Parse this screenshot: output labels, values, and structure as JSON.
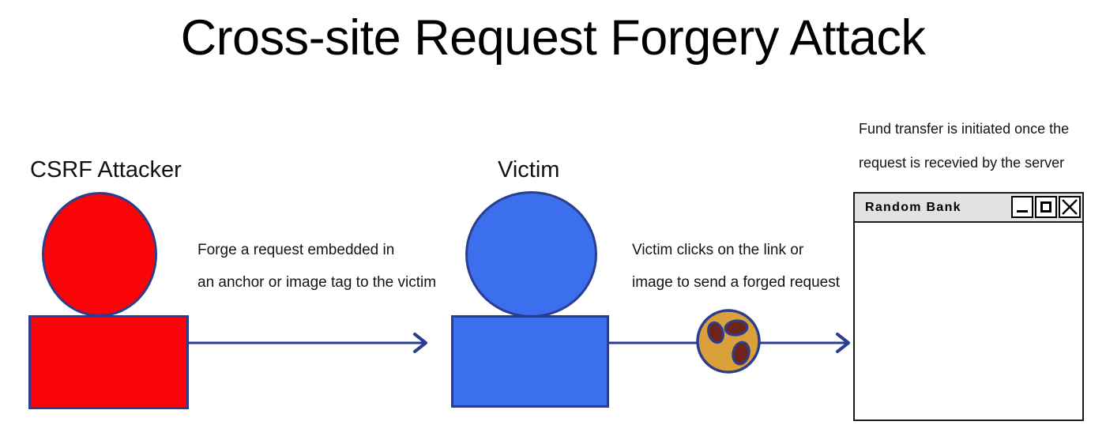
{
  "title": "Cross-site Request Forgery Attack",
  "actors": [
    {
      "id": "attacker",
      "label": "CSRF Attacker",
      "fill": "#FB0407",
      "outline": "#2B3D8F"
    },
    {
      "id": "victim",
      "label": "Victim",
      "fill": "#3B6FEE",
      "outline": "#2B3D8F"
    }
  ],
  "annotations": [
    {
      "id": "attacker-to-victim",
      "line1": "Forge a request embedded in",
      "line2": "an anchor or image tag to the victim"
    },
    {
      "id": "victim-to-server",
      "line1": "Victim clicks on the link or",
      "line2": "image to send a forged request"
    }
  ],
  "server_note": {
    "line1": "Fund transfer is initiated once the",
    "line2": "request is recevied by the server"
  },
  "cookie": {
    "name": "session-cookie",
    "fill": "#DAA03C",
    "chip_fill": "#6E2418",
    "outline": "#2B3D8F",
    "chip_count": 3
  },
  "arrows": [
    {
      "id": "arrow-attacker-to-victim",
      "color": "#2B3D8F"
    },
    {
      "id": "arrow-victim-to-server",
      "color": "#2B3D8F"
    }
  ],
  "browser_window": {
    "title": "Random Bank",
    "titlebar_bg": "#E2E2E2",
    "border_color": "#1C1C1C",
    "buttons": [
      {
        "name": "minimize-button",
        "glyph": "_"
      },
      {
        "name": "maximize-button",
        "glyph": "□"
      },
      {
        "name": "close-button",
        "glyph": "✕"
      }
    ]
  }
}
